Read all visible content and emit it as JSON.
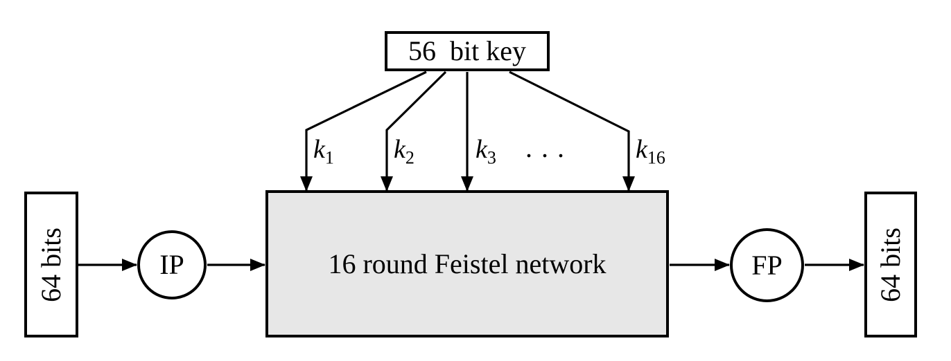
{
  "key_box": {
    "label": "56  bit key"
  },
  "round_keys": [
    {
      "base": "k",
      "sub": "1"
    },
    {
      "base": "k",
      "sub": "2"
    },
    {
      "base": "k",
      "sub": "3"
    },
    {
      "base": "k",
      "sub": "16"
    }
  ],
  "ellipsis": "...",
  "feistel_box": {
    "label": "16 round Feistel network"
  },
  "ip_node": {
    "label": "IP"
  },
  "fp_node": {
    "label": "FP"
  },
  "input_box": {
    "label": "64 bits"
  },
  "output_box": {
    "label": "64 bits"
  },
  "colors": {
    "stroke": "#000000",
    "feistel_fill": "#e7e7e7",
    "background": "#ffffff"
  }
}
